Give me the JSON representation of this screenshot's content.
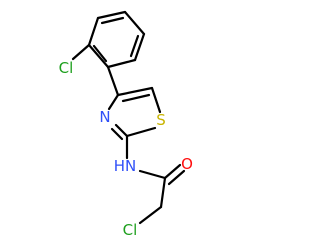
{
  "molecule": {
    "atoms": {
      "cl_aryl": "Cl",
      "n_ring": "N",
      "s_ring": "S",
      "nh": "HN",
      "o": "O",
      "cl_alkyl": "Cl"
    },
    "colors": {
      "bond": "#000000",
      "N": "#3050F8",
      "O": "#FF0D0D",
      "S": "#C8B400",
      "Cl": "#1FA01F"
    }
  }
}
